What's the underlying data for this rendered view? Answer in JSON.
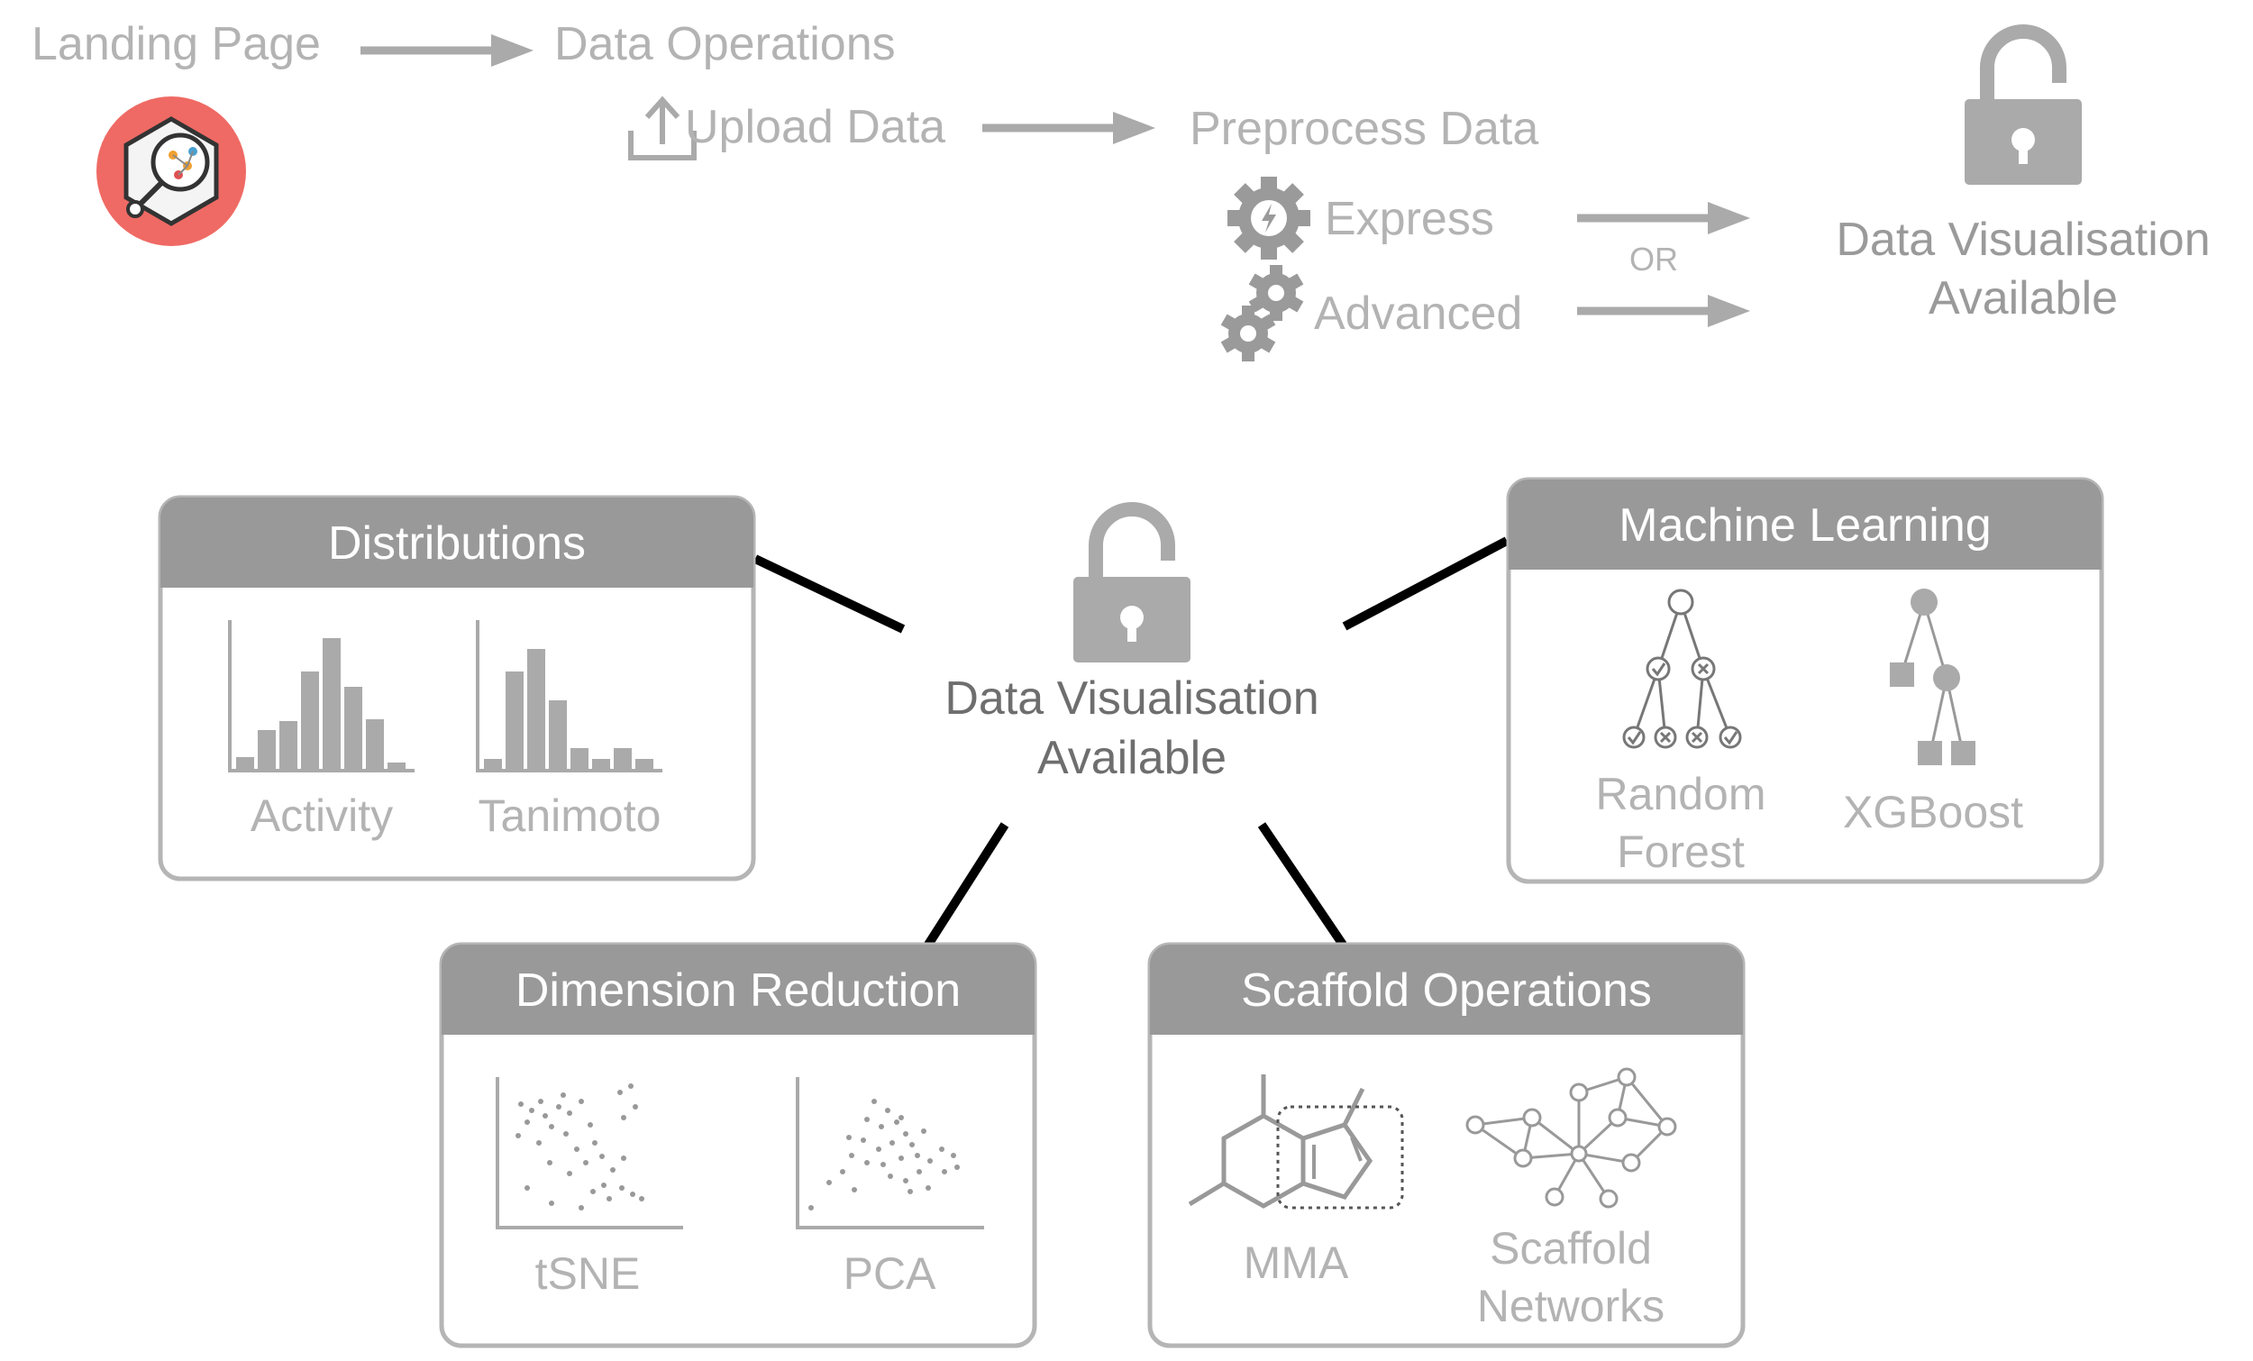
{
  "workflow": {
    "landing_page": "Landing Page",
    "data_operations": "Data Operations",
    "upload_data": "Upload Data",
    "preprocess_data": "Preprocess Data",
    "express": "Express",
    "advanced": "Advanced",
    "or_label": "OR",
    "data_vis_line1": "Data Visualisation",
    "data_vis_line2": "Available"
  },
  "hub": {
    "line1": "Data Visualisation",
    "line2": "Available"
  },
  "panels": {
    "distributions": {
      "title": "Distributions",
      "items": [
        "Activity",
        "Tanimoto"
      ]
    },
    "machine_learning": {
      "title": "Machine Learning",
      "rf_line1": "Random",
      "rf_line2": "Forest",
      "xgboost": "XGBoost"
    },
    "dimension_reduction": {
      "title": "Dimension Reduction",
      "items": [
        "tSNE",
        "PCA"
      ]
    },
    "scaffold_operations": {
      "title": "Scaffold Operations",
      "mma": "MMA",
      "sn_line1": "Scaffold",
      "sn_line2": "Networks"
    }
  },
  "colors": {
    "panel_header": "#999999",
    "panel_border": "#b5b5b5",
    "icon_gray": "#aaaaaa",
    "arrow_gray": "#aaaaaa",
    "logo_red": "#ef6a64",
    "connector": "#000000"
  },
  "icons": [
    "app-logo-icon",
    "upload-icon",
    "express-gear-icon",
    "advanced-gears-icon",
    "unlocked-padlock-icon"
  ]
}
